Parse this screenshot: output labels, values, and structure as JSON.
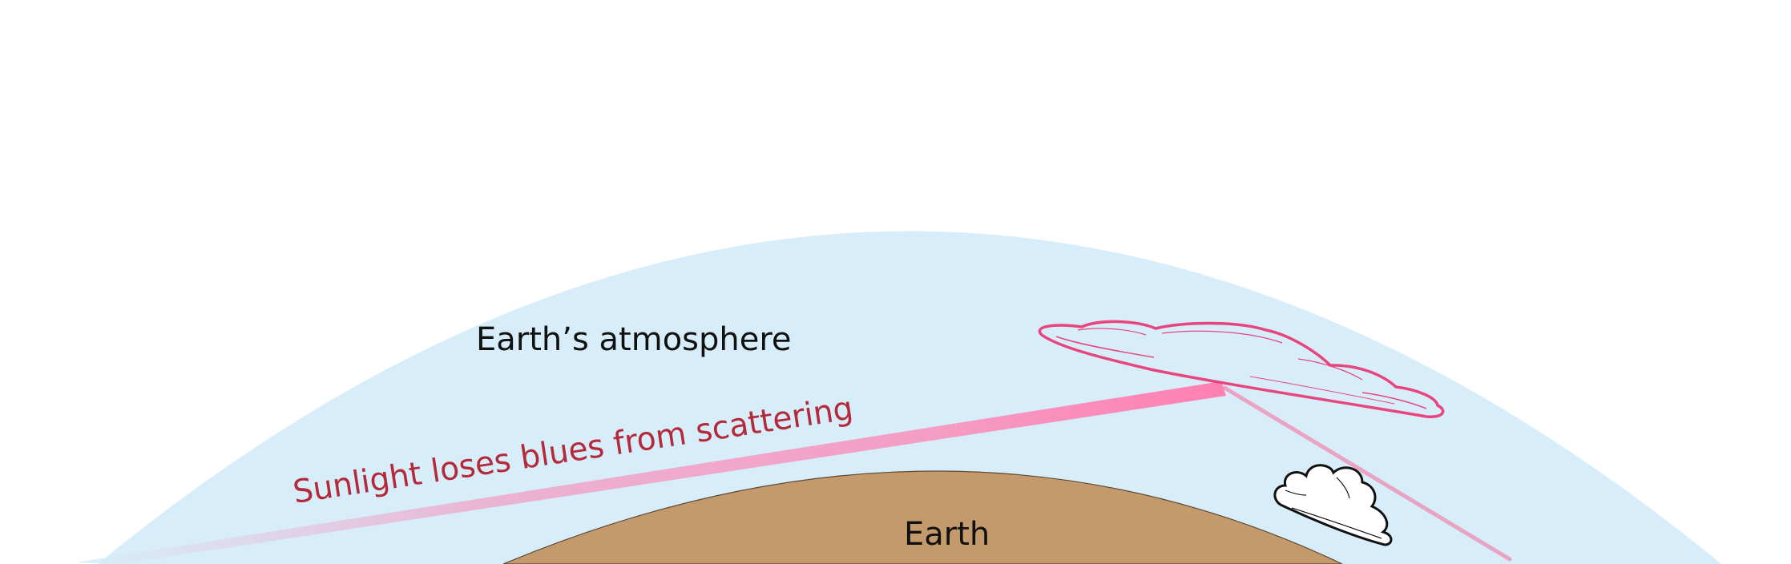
{
  "labels": {
    "atmosphere": "Earth’s atmosphere",
    "sunlight": "Sunlight loses blues from scattering",
    "earth": "Earth"
  },
  "colors": {
    "background": "#ffffff",
    "atmosphere": "#d7edf9",
    "earth": "#c49a6c",
    "beam": "#f6a0c4",
    "beam_bright": "#ff7fb1",
    "pink_cloud": "#e8457e",
    "sunlight_text": "#b52a3a",
    "text": "#111111"
  },
  "icons": {
    "pink_cloud": "elongated-cloud-icon",
    "small_cloud": "cloud-icon"
  }
}
